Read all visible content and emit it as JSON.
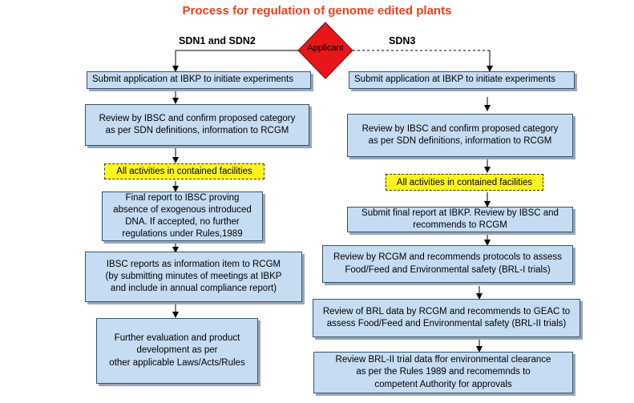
{
  "title": "Process for regulation of genome edited plants",
  "applicant": "Applicant",
  "left_branch": {
    "label": "SDN1 and SDN2",
    "steps": [
      "Submit  application at IBKP to initiate experiments",
      "Review by IBSC and confirm proposed category\nas per SDN definitions, information to RCGM",
      "All activities in contained facilities",
      "Final report to IBSC proving\nabsence of exogenous introduced\nDNA. If accepted, no further\nregulations under Rules,1989",
      "IBSC reports as  information item to RCGM\n(by submitting  minutes of meetings at IBKP\nand include in annual compliance report)",
      "Further evaluation and product\ndevelopment as per\nother applicable Laws/Acts/Rules"
    ]
  },
  "right_branch": {
    "label": "SDN3",
    "steps": [
      "Submit  application at IBKP to initiate experiments",
      "Review by IBSC and confirm proposed category\nas per SDN definitions, information to RCGM",
      "All activities in contained facilities",
      "Submit final  report at IBKP. Review by IBSC and\nrecommends to RCGM",
      "Review by RCGM and recommends protocols to assess\nFood/Feed and Environmental safety (BRL-I trials)",
      "Review of BRL data by RCGM and recommends to GEAC to\nassess  Food/Feed and Environmental safety (BRL-II trials)",
      "Review   BRL-II  trial data  ffor environmental clearance\nas per  the Rules 1989 and recomemnds to\ncompetent Authority for approvals"
    ]
  },
  "colors": {
    "title": "#e8401c",
    "box_fill": "#c6dcf2",
    "highlight_fill": "#fff51e",
    "diamond_fill": "#e8161a"
  }
}
